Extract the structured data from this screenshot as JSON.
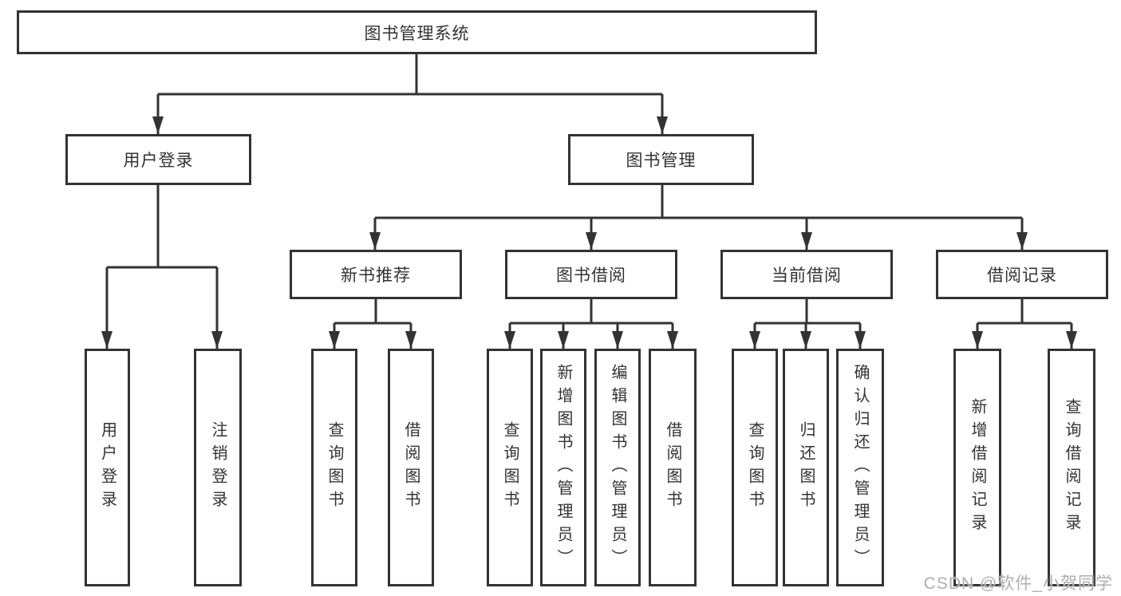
{
  "diagram": {
    "root": {
      "label": "图书管理系统"
    },
    "level2": [
      {
        "label": "用户登录"
      },
      {
        "label": "图书管理"
      }
    ],
    "level3": [
      {
        "label": "新书推荐"
      },
      {
        "label": "图书借阅"
      },
      {
        "label": "当前借阅"
      },
      {
        "label": "借阅记录"
      }
    ],
    "leaves": {
      "user_login": [
        {
          "label": "用户登录"
        },
        {
          "label": "注销登录"
        }
      ],
      "new_book": [
        {
          "label": "查询图书"
        },
        {
          "label": "借阅图书"
        }
      ],
      "book_borrow": [
        {
          "label": "查询图书"
        },
        {
          "label": "新增图书（管理员）"
        },
        {
          "label": "编辑图书（管理员）"
        },
        {
          "label": "借阅图书"
        }
      ],
      "current_borrow": [
        {
          "label": "查询图书"
        },
        {
          "label": "归还图书"
        },
        {
          "label": "确认归还（管理员）"
        }
      ],
      "borrow_records": [
        {
          "label": "新增借阅记录"
        },
        {
          "label": "查询借阅记录"
        }
      ]
    },
    "watermark": "CSDN @软件_小贺同学",
    "colors": {
      "line": "#333333",
      "text": "#333333",
      "watermark": "#aeaeae",
      "background": "#ffffff"
    }
  }
}
